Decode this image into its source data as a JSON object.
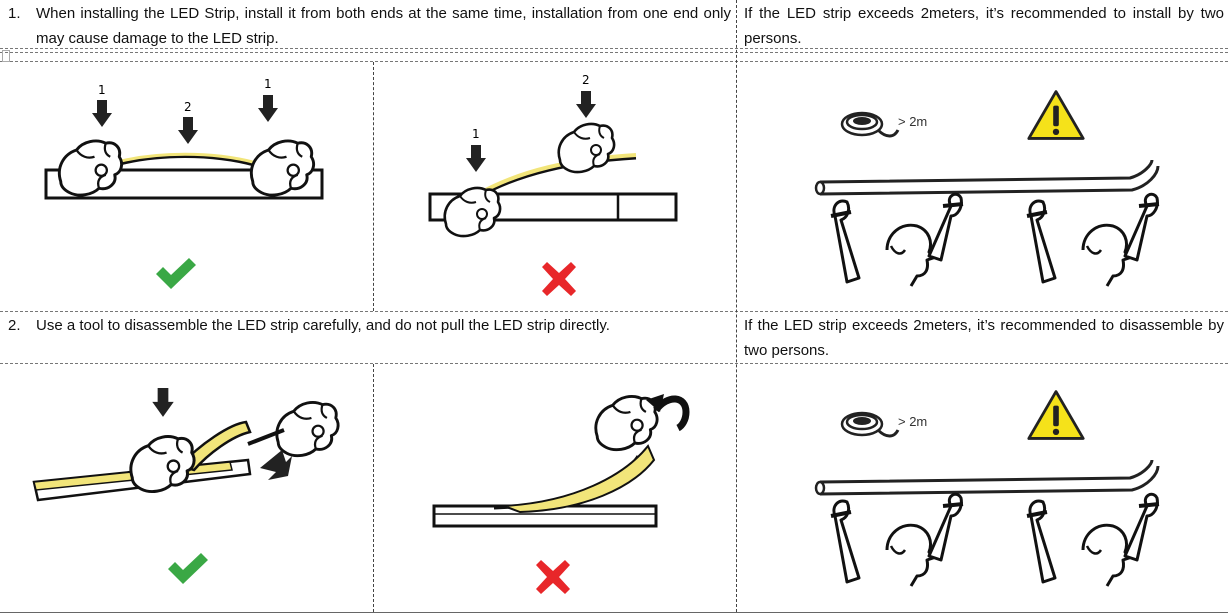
{
  "sections": [
    {
      "step_number": "1.",
      "instruction": "When installing the LED Strip, install it from both ends at the same time, installation from one end only may cause damage to the LED strip.",
      "note": "If the LED strip exceeds 2meters, it’s recommended to install by two persons."
    },
    {
      "step_number": "2.",
      "instruction": "Use a tool to disassemble the LED strip carefully, and do not pull the LED strip directly.",
      "note": "If the LED strip exceeds 2meters, it’s recommended to disassemble by two persons."
    }
  ],
  "install_illustrations": {
    "correct": {
      "labels": [
        "1",
        "2",
        "1"
      ],
      "result": "check-icon"
    },
    "wrong": {
      "labels": [
        "2",
        "1"
      ],
      "result": "cross-icon"
    },
    "length_label": "> 2m"
  },
  "remove_illustrations": {
    "correct": {
      "result": "check-icon"
    },
    "wrong": {
      "result": "cross-icon"
    },
    "length_label": "> 2m"
  },
  "colors": {
    "check": "#3aa845",
    "cross": "#e8272a",
    "warning": "#f5e21a",
    "led": "#f2e57a",
    "arrow": "#222222"
  }
}
